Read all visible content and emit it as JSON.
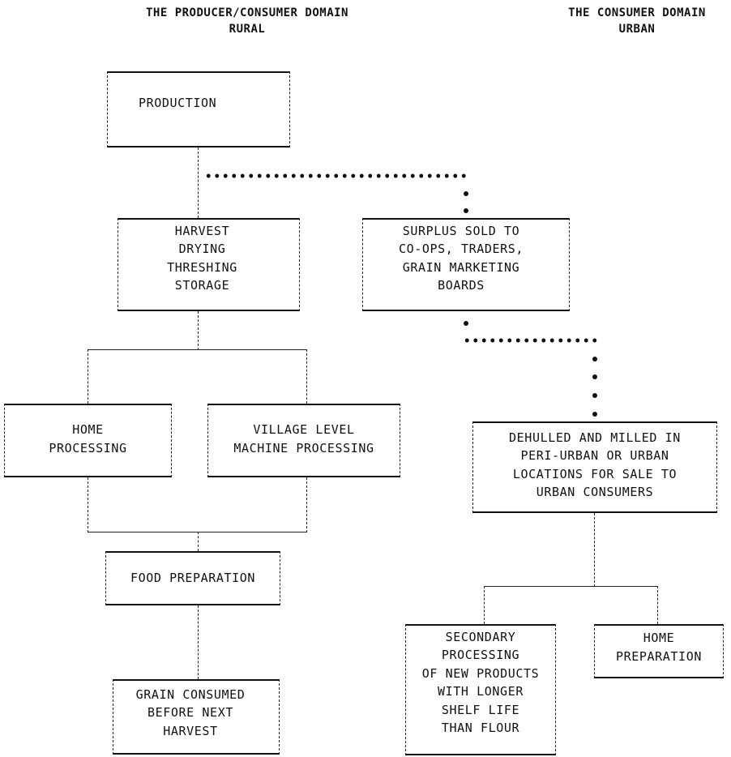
{
  "headers": {
    "left": {
      "title": "THE PRODUCER/CONSUMER DOMAIN",
      "subtitle": "RURAL"
    },
    "right": {
      "title": "THE CONSUMER DOMAIN",
      "subtitle": "URBAN"
    }
  },
  "nodes": {
    "production": "PRODUCTION",
    "harvest": "HARVEST\nDRYING\nTHRESHING\nSTORAGE",
    "surplus": "SURPLUS SOLD TO\nCO-OPS, TRADERS,\nGRAIN MARKETING\nBOARDS",
    "home_processing": "HOME\nPROCESSING",
    "village_processing": "VILLAGE LEVEL\nMACHINE PROCESSING",
    "dehulled": "DEHULLED AND MILLED IN\nPERI-URBAN OR URBAN\nLOCATIONS FOR SALE TO\nURBAN CONSUMERS",
    "food_preparation": "FOOD PREPARATION",
    "grain_consumed": "GRAIN CONSUMED\nBEFORE NEXT\nHARVEST",
    "secondary_processing": "SECONDARY\nPROCESSING\nOF NEW PRODUCTS\nWITH LONGER\nSHELF LIFE\nTHAN FLOUR",
    "home_preparation": "HOME\nPREPARATION"
  },
  "edges": [
    {
      "from": "production",
      "to": "harvest",
      "style": "dashed"
    },
    {
      "from": "production",
      "to": "surplus",
      "style": "dotted"
    },
    {
      "from": "harvest",
      "to": "home_processing",
      "style": "dashed"
    },
    {
      "from": "harvest",
      "to": "village_processing",
      "style": "dashed"
    },
    {
      "from": "home_processing",
      "to": "food_preparation",
      "style": "dashed"
    },
    {
      "from": "village_processing",
      "to": "food_preparation",
      "style": "dashed"
    },
    {
      "from": "food_preparation",
      "to": "grain_consumed",
      "style": "dashed"
    },
    {
      "from": "surplus",
      "to": "dehulled",
      "style": "dotted"
    },
    {
      "from": "dehulled",
      "to": "secondary_processing",
      "style": "dashed"
    },
    {
      "from": "dehulled",
      "to": "home_preparation",
      "style": "dashed"
    }
  ]
}
